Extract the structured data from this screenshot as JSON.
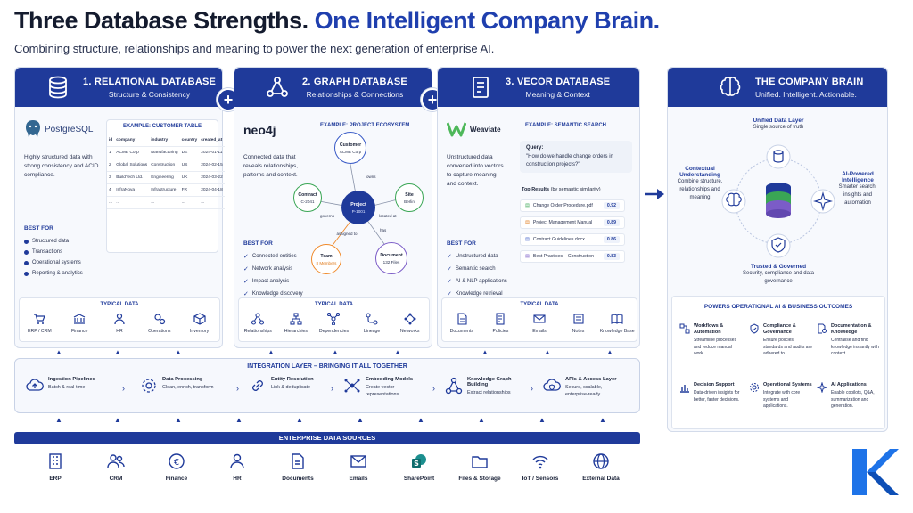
{
  "header": {
    "title_part1": "Three Database Strengths.",
    "title_part2": "One Intelligent Company Brain.",
    "subtitle": "Combining structure, relationships and meaning to power the next generation of enterprise AI."
  },
  "colors": {
    "brand_blue": "#1f3a9a",
    "accent_blue": "#1f3fae",
    "panel_bg": "#f7f9fd"
  },
  "relational": {
    "heading": "1. RELATIONAL DATABASE",
    "subheading": "Structure & Consistency",
    "logo": "PostgreSQL",
    "description": "Highly structured data with strong consistency and ACID compliance.",
    "example_title": "EXAMPLE: CUSTOMER TABLE",
    "table_headers": [
      "id",
      "company",
      "industry",
      "country",
      "created_at"
    ],
    "table_rows": [
      [
        "1",
        "ACME Corp",
        "Manufacturing",
        "DE",
        "2024-01-11"
      ],
      [
        "2",
        "Global Solutions",
        "Construction",
        "US",
        "2024-02-15"
      ],
      [
        "3",
        "BuildTech Ltd.",
        "Engineering",
        "UK",
        "2024-03-22"
      ],
      [
        "4",
        "InfraNova",
        "Infrastructure",
        "FR",
        "2024-04-18"
      ],
      [
        "...",
        "...",
        "...",
        "...",
        "..."
      ]
    ],
    "best_for_label": "BEST FOR",
    "best_for": [
      "Structured data",
      "Transactions",
      "Operational systems",
      "Reporting & analytics"
    ],
    "typical_label": "TYPICAL DATA",
    "typical": [
      "ERP / CRM",
      "Finance",
      "HR",
      "Operations",
      "Inventory"
    ]
  },
  "graph": {
    "heading": "2. GRAPH DATABASE",
    "subheading": "Relationships & Connections",
    "logo": "neo4j",
    "description": "Connected data that reveals relationships, patterns and context.",
    "example_title": "EXAMPLE: PROJECT ECOSYSTEM",
    "nodes": {
      "customer": {
        "name": "Customer",
        "detail": "ACME Corp"
      },
      "contract": {
        "name": "Contract",
        "detail": "C-2041"
      },
      "project": {
        "name": "Project",
        "detail": "P-1001"
      },
      "site": {
        "name": "Site",
        "detail": "Berlin"
      },
      "team": {
        "name": "Team",
        "detail": "8 Members"
      },
      "document": {
        "name": "Document",
        "detail": "132 Files"
      }
    },
    "edges": {
      "owns": "owns",
      "governs": "governs",
      "located_at": "located at",
      "assigned_to": "assigned to",
      "has": "has"
    },
    "best_for_label": "BEST FOR",
    "best_for": [
      "Connected entities",
      "Network analysis",
      "Impact analysis",
      "Knowledge discovery"
    ],
    "typical_label": "TYPICAL DATA",
    "typical": [
      "Relationships",
      "Hierarchies",
      "Dependencies",
      "Lineage",
      "Networks"
    ]
  },
  "vector": {
    "heading": "3. VECOR DATABASE",
    "subheading": "Meaning & Context",
    "logo": "Weaviate",
    "description": "Unstructured data converted into vectors to capture meaning and context.",
    "example_title": "EXAMPLE: SEMANTIC SEARCH",
    "query_label": "Query:",
    "query_text": "\"How do we handle change orders in construction projects?\"",
    "results_title": "Top Results",
    "results_note": "(by semantic similarity)",
    "results": [
      {
        "name": "Change Order Procedure.pdf",
        "score": "0.92"
      },
      {
        "name": "Project Management Manual",
        "score": "0.89"
      },
      {
        "name": "Contract Guidelines.docx",
        "score": "0.86"
      },
      {
        "name": "Best Practices – Construction",
        "score": "0.83"
      }
    ],
    "best_for_label": "BEST FOR",
    "best_for": [
      "Unstructured data",
      "Semantic search",
      "AI & NLP applications",
      "Knowledge retrieval"
    ],
    "typical_label": "TYPICAL DATA",
    "typical": [
      "Documents",
      "Policies",
      "Emails",
      "Notes",
      "Knowledge Base"
    ]
  },
  "integration": {
    "title": "INTEGRATION LAYER – BRINGING IT ALL TOGETHER",
    "steps": [
      {
        "title": "Ingestion Pipelines",
        "desc": "Batch & real-time"
      },
      {
        "title": "Data Processing",
        "desc": "Clean, enrich, transform"
      },
      {
        "title": "Entity Resolution",
        "desc": "Link & deduplicate"
      },
      {
        "title": "Embedding Models",
        "desc": "Create vector representations"
      },
      {
        "title": "Knowledge Graph Building",
        "desc": "Extract relationships"
      },
      {
        "title": "APIs & Access Layer",
        "desc": "Secure, scalable, enterprise-ready"
      }
    ]
  },
  "sources": {
    "title": "ENTERPRISE DATA SOURCES",
    "items": [
      "ERP",
      "CRM",
      "Finance",
      "HR",
      "Documents",
      "Emails",
      "SharePoint",
      "Files & Storage",
      "IoT / Sensors",
      "External Data"
    ]
  },
  "brain": {
    "heading": "THE COMPANY BRAIN",
    "subheading": "Unified. Intelligent. Actionable.",
    "unified_title": "Unified Data Layer",
    "unified_desc": "Single source of truth",
    "context_title": "Contextual Understanding",
    "context_desc": "Combine structure, relationships and meaning",
    "ai_title": "AI-Powered Intelligence",
    "ai_desc": "Smarter search, insights and automation",
    "trust_title": "Trusted & Governed",
    "trust_desc": "Security, compliance and data governance",
    "powers_title": "POWERS OPERATIONAL AI & BUSINESS OUTCOMES",
    "outcomes": [
      {
        "title": "Workflows & Automation",
        "desc": "Streamline processes and reduce manual work."
      },
      {
        "title": "Compliance & Governance",
        "desc": "Ensure policies, standards and audits are adhered to."
      },
      {
        "title": "Documentation & Knowledge",
        "desc": "Centralise and find knowledge instantly with context."
      },
      {
        "title": "Decision Support",
        "desc": "Data-driven insights for better, faster decisions."
      },
      {
        "title": "Operational Systems",
        "desc": "Integrate with core systems and applications."
      },
      {
        "title": "AI Applications",
        "desc": "Enable copilots, Q&A, summarization and generation."
      }
    ]
  },
  "plus_sign": "+"
}
